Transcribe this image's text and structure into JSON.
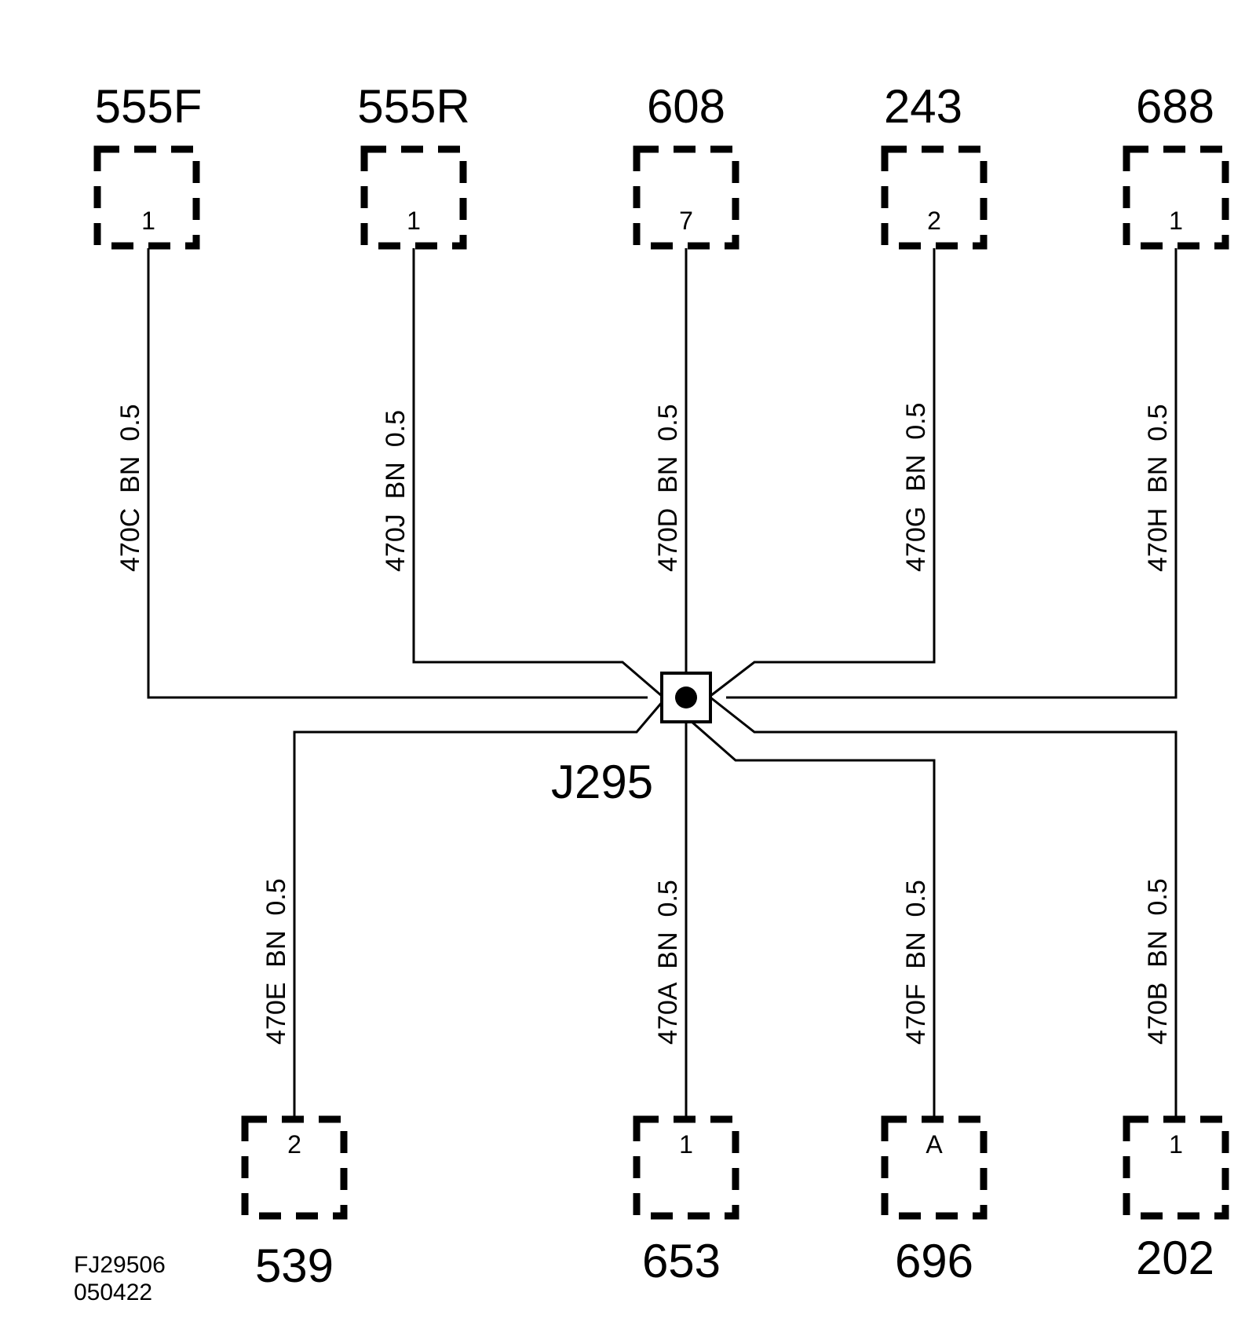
{
  "connectors_top": [
    {
      "name": "555F",
      "pin": "1",
      "wire": "470C  BN  0.5"
    },
    {
      "name": "555R",
      "pin": "1",
      "wire": "470J  BN  0.5"
    },
    {
      "name": "608",
      "pin": "7",
      "wire": "470D  BN  0.5"
    },
    {
      "name": "243",
      "pin": "2",
      "wire": "470G  BN  0.5"
    },
    {
      "name": "688",
      "pin": "1",
      "wire": "470H  BN  0.5"
    }
  ],
  "connectors_bottom": [
    {
      "name": "539",
      "pin": "2",
      "wire": "470E  BN  0.5"
    },
    {
      "name": "653",
      "pin": "1",
      "wire": "470A  BN  0.5"
    },
    {
      "name": "696",
      "pin": "A",
      "wire": "470F  BN  0.5"
    },
    {
      "name": "202",
      "pin": "1",
      "wire": "470B  BN  0.5"
    }
  ],
  "splice": {
    "name": "J295"
  },
  "reference": {
    "code": "FJ29506",
    "date": "050422"
  }
}
